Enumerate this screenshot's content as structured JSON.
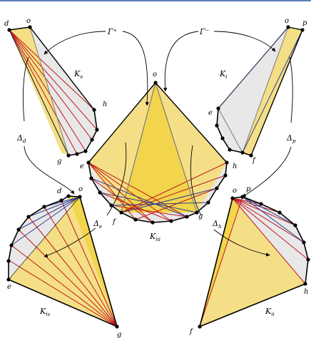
{
  "colors": {
    "yellow_light": "#f5df86",
    "yellow_dark": "#f2d54c",
    "grey_fill": "#e8e8e8",
    "red": "#c0161b",
    "blue": "#2f3d8f",
    "outline": "#000000",
    "grey_line": "#7a7a7a",
    "frame": "#5a7fb8"
  },
  "labels": {
    "gamma_plus": "Γ⁺",
    "gamma_minus": "Γ⁻",
    "k_v": {
      "base": "K",
      "sub": "v"
    },
    "k_i": {
      "base": "K",
      "sub": "i"
    },
    "k_iii": {
      "base": "K",
      "sub": "iii"
    },
    "k_iv": {
      "base": "K",
      "sub": "iv"
    },
    "k_ii": {
      "base": "K",
      "sub": "ii"
    },
    "delta_d": {
      "base": "Δ",
      "sub": "d"
    },
    "delta_p": {
      "base": "Δ",
      "sub": "p"
    },
    "delta_e": {
      "base": "Δ",
      "sub": "e"
    },
    "delta_h": {
      "base": "Δ",
      "sub": "h"
    }
  },
  "vertex_labels": {
    "kv": {
      "d": "d",
      "o": "o",
      "h": "h",
      "g": "g"
    },
    "ki": {
      "o": "o",
      "p": "p",
      "e": "e",
      "f": "f"
    },
    "kiii": {
      "o": "o",
      "e": "e",
      "h": "h",
      "f": "f",
      "g": "g"
    },
    "kiv": {
      "d": "d",
      "o": "o",
      "e": "e",
      "g": "g"
    },
    "kii": {
      "o": "o",
      "p": "p",
      "h": "h",
      "f": "f"
    }
  }
}
